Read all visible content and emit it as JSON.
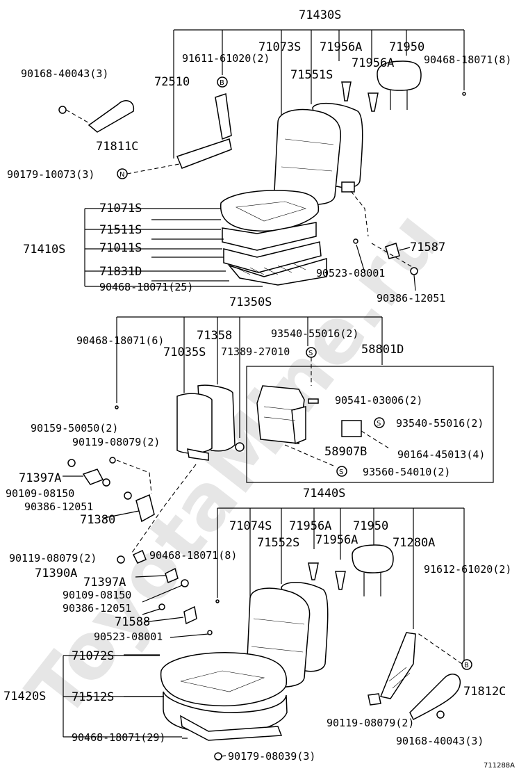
{
  "diagram": {
    "watermark": "ToyotaMine.ru",
    "figure_id": "711288A",
    "markers": {
      "B": "B",
      "N": "N",
      "S": "S"
    },
    "labels": {
      "p71430S": "71430S",
      "p71073S": "71073S",
      "p71956A_1": "71956A",
      "p71950_1": "71950",
      "p91611": "91611-61020(2)",
      "p90468_8_top": "90468-18071(8)",
      "p71551S": "71551S",
      "p71956A_2": "71956A",
      "p90168_top": "90168-40043(3)",
      "p72510": "72510",
      "p71811C": "71811C",
      "p90179_10073": "90179-10073(3)",
      "p71071S": "71071S",
      "p71511S": "71511S",
      "p71410S": "71410S",
      "p71011S": "71011S",
      "p71831D": "71831D",
      "p90468_25": "90468-18071(25)",
      "p71587": "71587",
      "p90523_top": "90523-08001",
      "p90386_top": "90386-12051",
      "p71350S": "71350S",
      "p71358": "71358",
      "p93540_55016_top": "93540-55016(2)",
      "p90468_6": "90468-18071(6)",
      "p71035S": "71035S",
      "p71389": "71389-27010",
      "p58801D": "58801D",
      "p90541": "90541-03006(2)",
      "p93540_55016_box": "93540-55016(2)",
      "p58907B": "58907B",
      "p90164": "90164-45013(4)",
      "p93560": "93560-54010(2)",
      "p90159": "90159-50050(2)",
      "p90119_mid": "90119-08079(2)",
      "p71397A_1": "71397A",
      "p90109_1": "90109-08150",
      "p90386_mid": "90386-12051",
      "p71380": "71380",
      "p71440S": "71440S",
      "p71074S": "71074S",
      "p71956A_3": "71956A",
      "p71950_2": "71950",
      "p71552S": "71552S",
      "p71956A_4": "71956A",
      "p71280A": "71280A",
      "p91612": "91612-61020(2)",
      "p90119_left": "90119-08079(2)",
      "p90468_8_mid": "90468-18071(8)",
      "p71390A": "71390A",
      "p71397A_2": "71397A",
      "p90109_2": "90109-08150",
      "p90386_low": "90386-12051",
      "p71588": "71588",
      "p90523_low": "90523-08001",
      "p71072S": "71072S",
      "p71420S": "71420S",
      "p71512S": "71512S",
      "p71812C": "71812C",
      "p90119_right": "90119-08079(2)",
      "p90168_bottom": "90168-40043(3)",
      "p90468_29": "90468-18071(29)",
      "p90179_08039": "90179-08039(3)"
    }
  }
}
